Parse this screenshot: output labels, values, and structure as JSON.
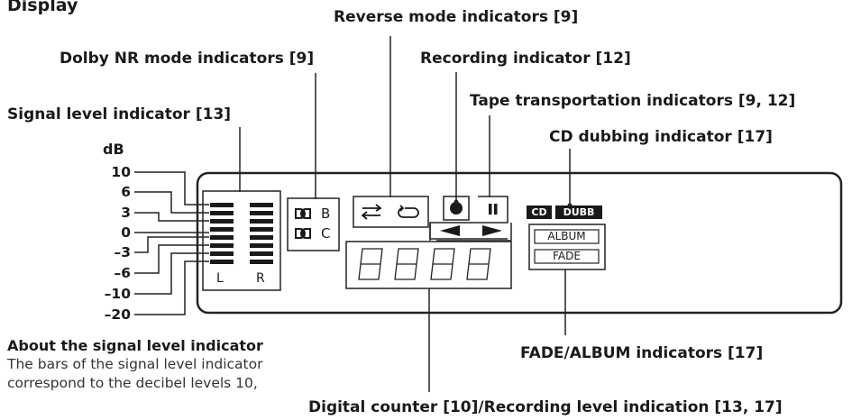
{
  "heading": "Display",
  "labels": {
    "reverse": "Reverse mode indicators [9]",
    "dolby": "Dolby NR mode indicators [9]",
    "recording": "Recording indicator [12]",
    "transport": "Tape transportation indicators [9, 12]",
    "signal": "Signal level indicator [13]",
    "cd_dubbing": "CD dubbing indicator [17]",
    "fade_album": "FADE/ALBUM indicators [17]",
    "counter": "Digital counter [10]/Recording level indication [13, 17]"
  },
  "db_unit": "dB",
  "db_levels": [
    "10",
    "6",
    "3",
    "0",
    "–3",
    "–6",
    "–10",
    "–20"
  ],
  "display": {
    "dolby_b": "B",
    "dolby_c": "C",
    "channel_left": "L",
    "channel_right": "R",
    "cd_badge": "CD",
    "dubb_badge": "DUBB",
    "album": "ALBUM",
    "fade": "FADE"
  },
  "about": {
    "title": "About the signal level indicator",
    "body": "The bars of the signal level indicator correspond to the decibel levels 10,"
  }
}
